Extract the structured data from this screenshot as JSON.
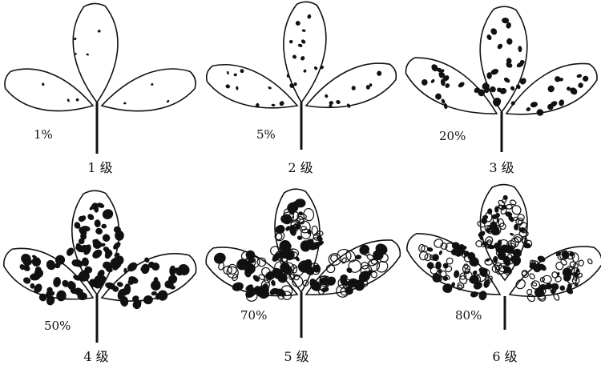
{
  "panels": [
    {
      "percent": "1%",
      "level": "1 级"
    },
    {
      "percent": "5%",
      "level": "2 级"
    },
    {
      "percent": "20%",
      "level": "3 级"
    },
    {
      "percent": "50%",
      "level": "4 级"
    },
    {
      "percent": "70%",
      "level": "5 级"
    },
    {
      "percent": "80%",
      "level": "6 级"
    }
  ],
  "colors": {
    "ink": "#111111",
    "leaf_fill": "#ffffff"
  }
}
